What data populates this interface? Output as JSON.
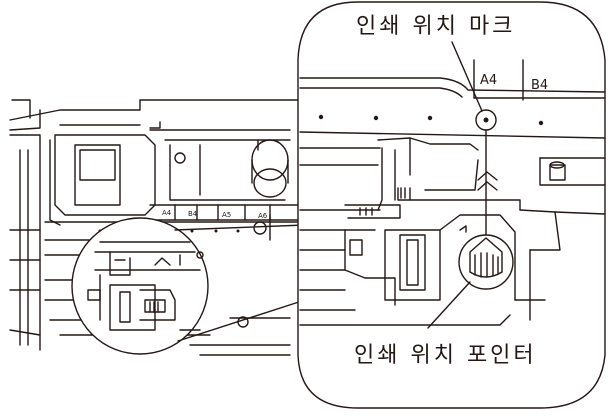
{
  "callouts": {
    "print_position_mark": "인쇄 위치 마크",
    "print_position_pointer": "인쇄 위치 포인터"
  },
  "paper_sizes_zoomed": [
    "A4",
    "B4"
  ],
  "paper_sizes_overview": [
    "A4",
    "B4",
    "A5",
    "A6"
  ],
  "colors": {
    "line": "#231815",
    "fill": "#ffffff"
  }
}
